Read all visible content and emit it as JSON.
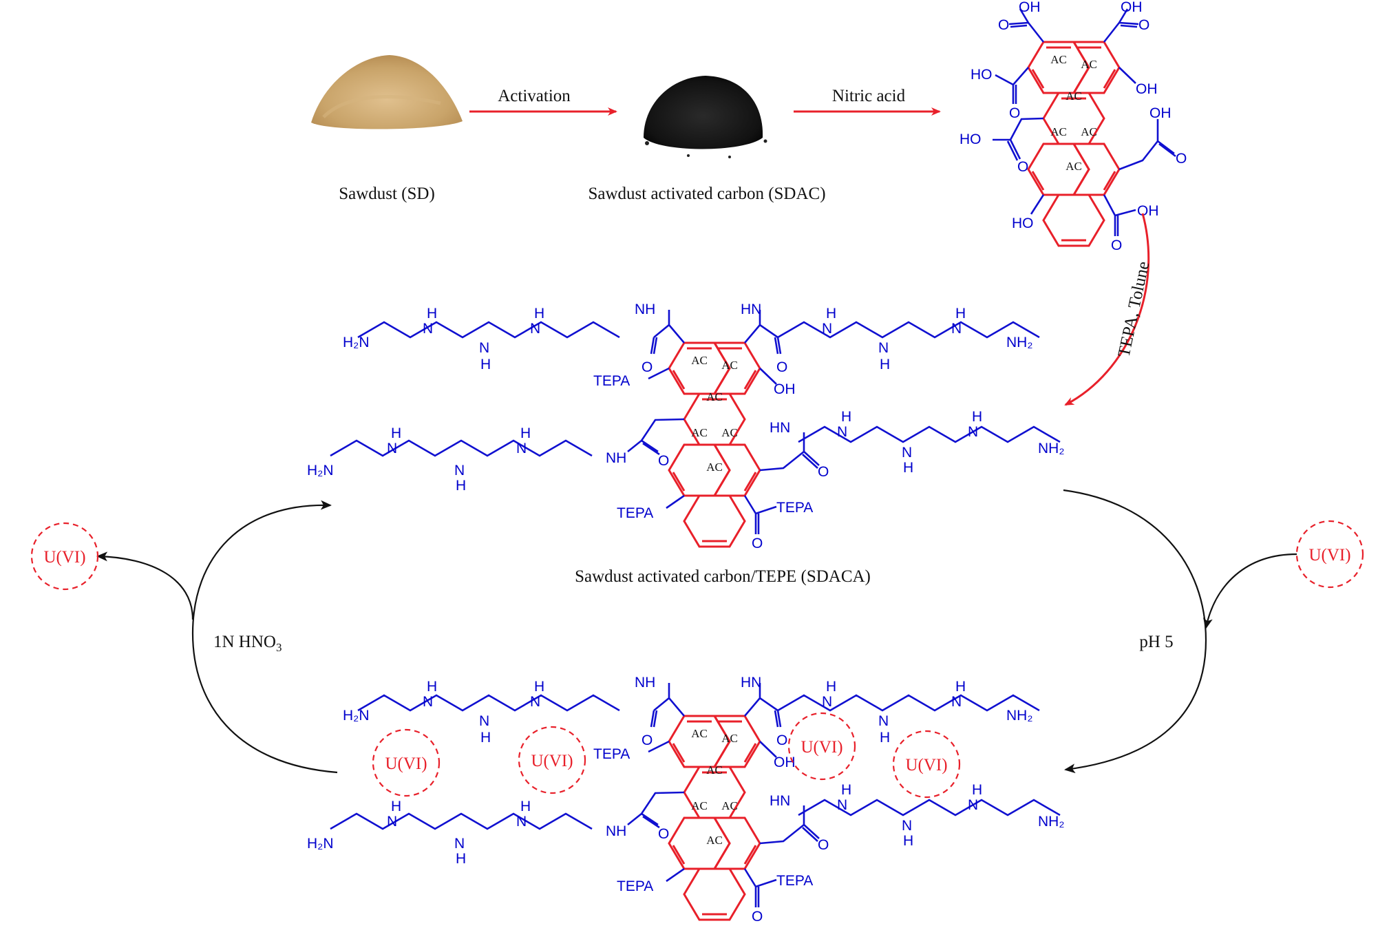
{
  "materials": {
    "sawdust": "Sawdust (SD)",
    "activated_carbon": "Sawdust activated carbon (SDAC)",
    "product": "Sawdust activated carbon/TEPE (SDACA)"
  },
  "steps": {
    "activation": "Activation",
    "nitric_acid": "Nitric acid",
    "tepa_toluene": "TEPA, Tolune",
    "adsorption": "pH 5",
    "desorption_main": "1N HNO",
    "desorption_sub": "3"
  },
  "species": {
    "uranium": "U(VI)"
  },
  "labels": {
    "ac": "AC",
    "oh": "OH",
    "ho": "HO",
    "o": "O",
    "nh": "NH",
    "hn": "HN",
    "h": "H",
    "n": "N",
    "h2n": "H₂N",
    "nh2": "NH₂",
    "tepa": "TEPA"
  },
  "colors": {
    "core": "#e8202a",
    "functional_groups": "#0000cc",
    "arrows_prep": "#e8202a",
    "arrows_cycle": "#111111",
    "uranium": "#e8202a"
  }
}
